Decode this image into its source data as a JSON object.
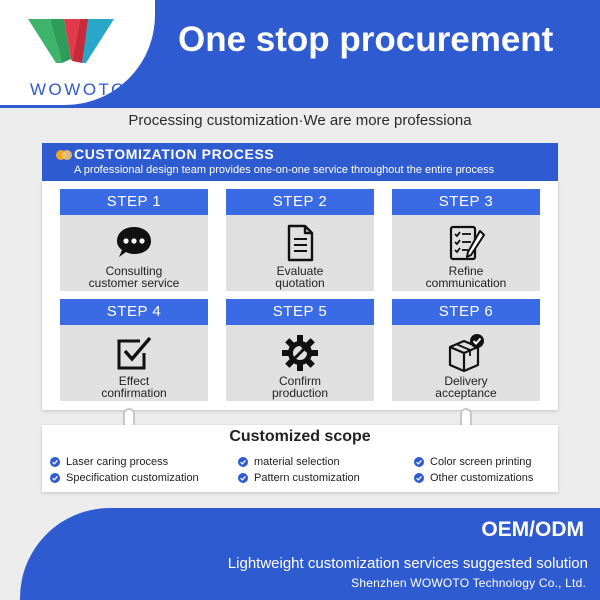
{
  "brand": {
    "name": "WOWOTO"
  },
  "header": {
    "title": "One stop procurement"
  },
  "tagline": "Processing customization·We are more professiona",
  "process": {
    "title": "CUSTOMIZATION PROCESS",
    "subtitle": "A professional design team provides one-on-one service throughout the entire process",
    "steps": [
      {
        "label": "STEP 1",
        "line1": "Consulting",
        "line2": "customer service",
        "icon": "chat-bubble-icon"
      },
      {
        "label": "STEP 2",
        "line1": "Evaluate",
        "line2": "quotation",
        "icon": "document-icon"
      },
      {
        "label": "STEP 3",
        "line1": "Refine",
        "line2": "communication",
        "icon": "checklist-pen-icon"
      },
      {
        "label": "STEP 4",
        "line1": "Effect",
        "line2": "confirmation",
        "icon": "checkbox-icon"
      },
      {
        "label": "STEP 5",
        "line1": "Confirm",
        "line2": "production",
        "icon": "gear-wrench-icon"
      },
      {
        "label": "STEP 6",
        "line1": "Delivery",
        "line2": "acceptance",
        "icon": "package-check-icon"
      }
    ]
  },
  "scope": {
    "title": "Customized scope",
    "items": [
      "Laser caring process",
      "material selection",
      "Color screen printing",
      "Specification customization",
      "Pattern customization",
      "Other customizations"
    ]
  },
  "footer": {
    "oem": "OEM/ODM",
    "line": "Lightweight customization services suggested solution",
    "company": "Shenzhen WOWOTO Technology Co., Ltd."
  },
  "colors": {
    "primary_blue": "#2f5bd1",
    "step_blue": "#3b6be4",
    "panel_gray": "#e0e0e0",
    "logo_green": "#3db36b",
    "logo_red": "#e23a4a",
    "logo_teal": "#29a7c9",
    "dot_orange": "#f5a623"
  }
}
